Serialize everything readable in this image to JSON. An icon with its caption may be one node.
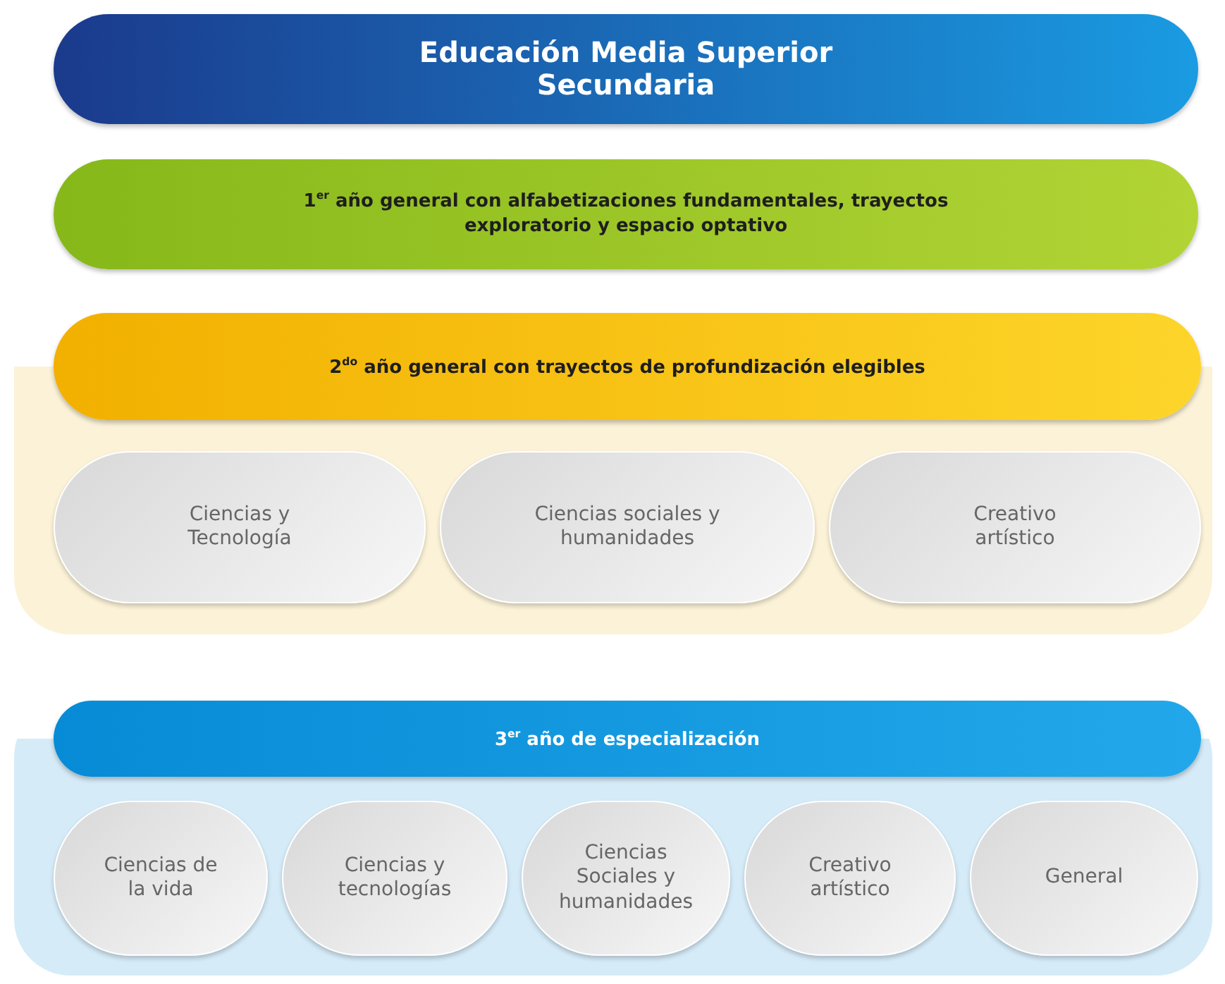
{
  "diagram": {
    "nodes": [
      {
        "text": [
          "Educación Media Superior Secundaria"
        ]
      },
      {
        "text": [
          "1$^{er}$ año general con alfabetizaciones fundamentales, trayectos exploratorio y espacio optativo"
        ]
      },
      {
        "text": [
          "2$^{do}$ año general con trayectos de profundización elegibles"
        ]
      },
      {
        "text": [
          "Ciencias y Tecnología"
        ],
        "in": 2
      },
      {
        "text": [
          "Ciencias sociales y humanidades"
        ],
        "in": 2
      },
      {
        "text": [
          "Creativo artístico"
        ],
        "in": 2
      },
      {
        "text": [
          "3$^{er}$ año de especialización"
        ]
      },
      {
        "text": [
          "Ciencias de la vida"
        ],
        "in": 6
      },
      {
        "text": [
          "Ciencias y tecnologías"
        ],
        "in": 6
      },
      {
        "text": [
          "Ciencias Sociales y humanidades"
        ],
        "in": 6
      },
      {
        "text": [
          "Creativo artístico"
        ],
        "in": 6
      },
      {
        "text": [
          "General"
        ],
        "in": 6
      }
    ]
  }
}
